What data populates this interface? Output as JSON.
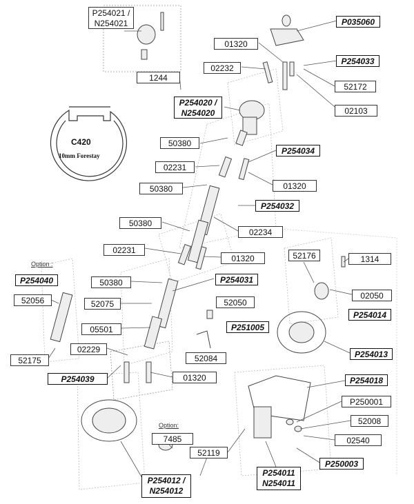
{
  "labels": {
    "p254021": "P254021 / N254021",
    "n1244": "1244",
    "p035060": "P035060",
    "n01320a": "01320",
    "n02232": "02232",
    "p254033": "P254033",
    "n52172": "52172",
    "n02103": "02103",
    "p254020": "P254020 / N254020",
    "n50380a": "50380",
    "p254034": "P254034",
    "n02231a": "02231",
    "n01320b": "01320",
    "n50380b": "50380",
    "p254032": "P254032",
    "n50380c": "50380",
    "n02234": "02234",
    "n02231b": "02231",
    "n01320c": "01320",
    "p254040": "P254040",
    "n50380d": "50380",
    "p254031": "P254031",
    "n52056": "52056",
    "n52075": "52075",
    "n52050": "52050",
    "n05501": "05501",
    "p251005": "P251005",
    "n02229": "02229",
    "n52084": "52084",
    "n52175": "52175",
    "p254039": "P254039",
    "n01320d": "01320",
    "n52176": "52176",
    "n1314": "1314",
    "n02050": "02050",
    "p254014": "P254014",
    "p254013": "P254013",
    "p254018": "P254018",
    "p250001": "P250001",
    "n52008": "52008",
    "n7485": "7485",
    "n02540": "02540",
    "n52119": "52119",
    "p250003": "P250003",
    "p254011": "P254011 N254011",
    "p254012": "P254012 / N254012"
  },
  "text": {
    "option_left": "Option :",
    "option_bottom": "Option:",
    "c420_title": "C420",
    "c420_sub": "10mm Forestay"
  }
}
